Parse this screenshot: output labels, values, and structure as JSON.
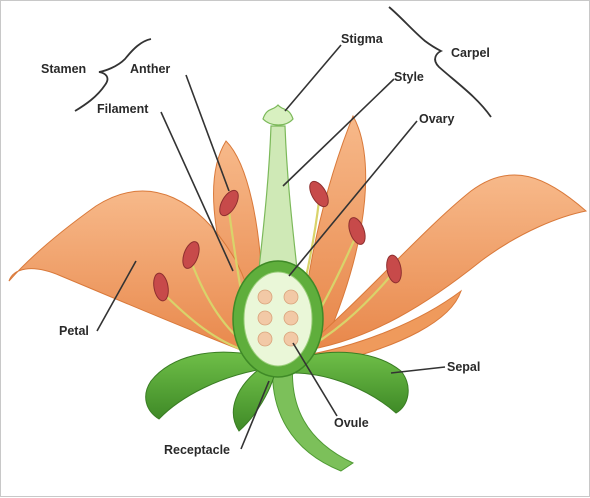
{
  "diagram": {
    "labels": {
      "stamen": "Stamen",
      "anther": "Anther",
      "filament": "Filament",
      "stigma": "Stigma",
      "style": "Style",
      "carpel": "Carpel",
      "ovary": "Ovary",
      "petal": "Petal",
      "sepal": "Sepal",
      "ovule": "Ovule",
      "receptacle": "Receptacle"
    },
    "colors": {
      "petal": "#f3a36b",
      "petal_shade": "#e07f3e",
      "sepal": "#5fae3c",
      "sepal_dark": "#3f8a27",
      "stem": "#7cc05a",
      "anther": "#c74a4a",
      "ovary": "#eaf7d8",
      "ovule": "#f2c9a6"
    }
  }
}
